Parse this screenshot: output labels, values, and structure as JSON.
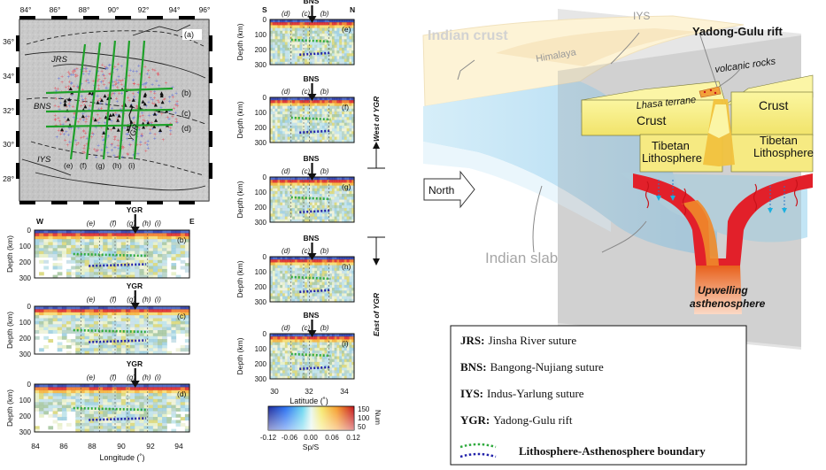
{
  "map_panel": {
    "panel_label": "(a)",
    "lon_ticks": [
      "84°",
      "86°",
      "88°",
      "90°",
      "92°",
      "94°",
      "96°"
    ],
    "lat_ticks": [
      "36°",
      "34°",
      "32°",
      "30°",
      "28°"
    ],
    "suture_labels": [
      "JRS",
      "BNS",
      "IYS"
    ],
    "ygr_label": "YGR",
    "profile_labels": [
      "(b)",
      "(c)",
      "(d)"
    ],
    "ns_profile_labels": [
      "(e)",
      "(f)",
      "(g)",
      "(h)",
      "(i)"
    ]
  },
  "ew_profiles": {
    "west_label": "W",
    "east_label": "E",
    "marker_label": "YGR",
    "profile_ticks": [
      "(e)",
      "(f)",
      "(g)",
      "(h)",
      "(i)"
    ],
    "depth_label": "Depth (km)",
    "depth_ticks": [
      "0",
      "100",
      "200",
      "300"
    ],
    "x_ticks": [
      "84",
      "86",
      "88",
      "90",
      "92",
      "94"
    ],
    "x_label": "Longitude (˚)",
    "panels": [
      "(b)",
      "(c)",
      "(d)"
    ]
  },
  "ns_profiles": {
    "south_label": "S",
    "north_label": "N",
    "marker_label": "BNS",
    "profile_ticks": [
      "(d)",
      "(c)",
      "(b)"
    ],
    "depth_label": "Depth (km)",
    "depth_ticks": [
      "0",
      "100",
      "200",
      "300"
    ],
    "x_ticks": [
      "30",
      "32",
      "34"
    ],
    "x_label": "Latitude (˚)",
    "panels": [
      "(e)",
      "(f)",
      "(g)",
      "(h)",
      "(i)"
    ],
    "west_group": "West of YGR",
    "east_group": "East of YGR"
  },
  "colorbar": {
    "ticks": [
      "-0.12",
      "-0.06",
      "0.00",
      "0.06",
      "0.12"
    ],
    "label": "Sp/S",
    "right_ticks": [
      "150",
      "100",
      "50"
    ],
    "right_label": "Num",
    "colors": [
      "#1d2a9a",
      "#2a6ff0",
      "#69d6f0",
      "#e6f6f0",
      "#f6e86a",
      "#f59a2a",
      "#c4121a"
    ]
  },
  "schematic": {
    "iys": "IYS",
    "rift": "Yadong-Gulu rift",
    "indian_crust": "Indian crust",
    "himalaya": "Himalaya",
    "volcanic": "volcanic rocks",
    "lhasa": "Lhasa terrane",
    "crust": "Crust",
    "tibetan": "Tibetan",
    "lithosphere": "Lithosphere",
    "north": "North",
    "slab": "Indian slab",
    "upwelling": "Upwelling",
    "asthenosphere": "asthenosphere"
  },
  "legend": {
    "items": [
      {
        "abbr": "JRS:",
        "text": "Jinsha River suture"
      },
      {
        "abbr": "BNS:",
        "text": "Bangong-Nujiang suture"
      },
      {
        "abbr": "IYS:",
        "text": "Indus-Yarlung suture"
      },
      {
        "abbr": "YGR:",
        "text": "Yadong-Gulu rift"
      }
    ],
    "lab_label": "Lithosphere-Asthenosphere boundary",
    "lab_colors": [
      "#2eaa3c",
      "#2222aa"
    ]
  }
}
